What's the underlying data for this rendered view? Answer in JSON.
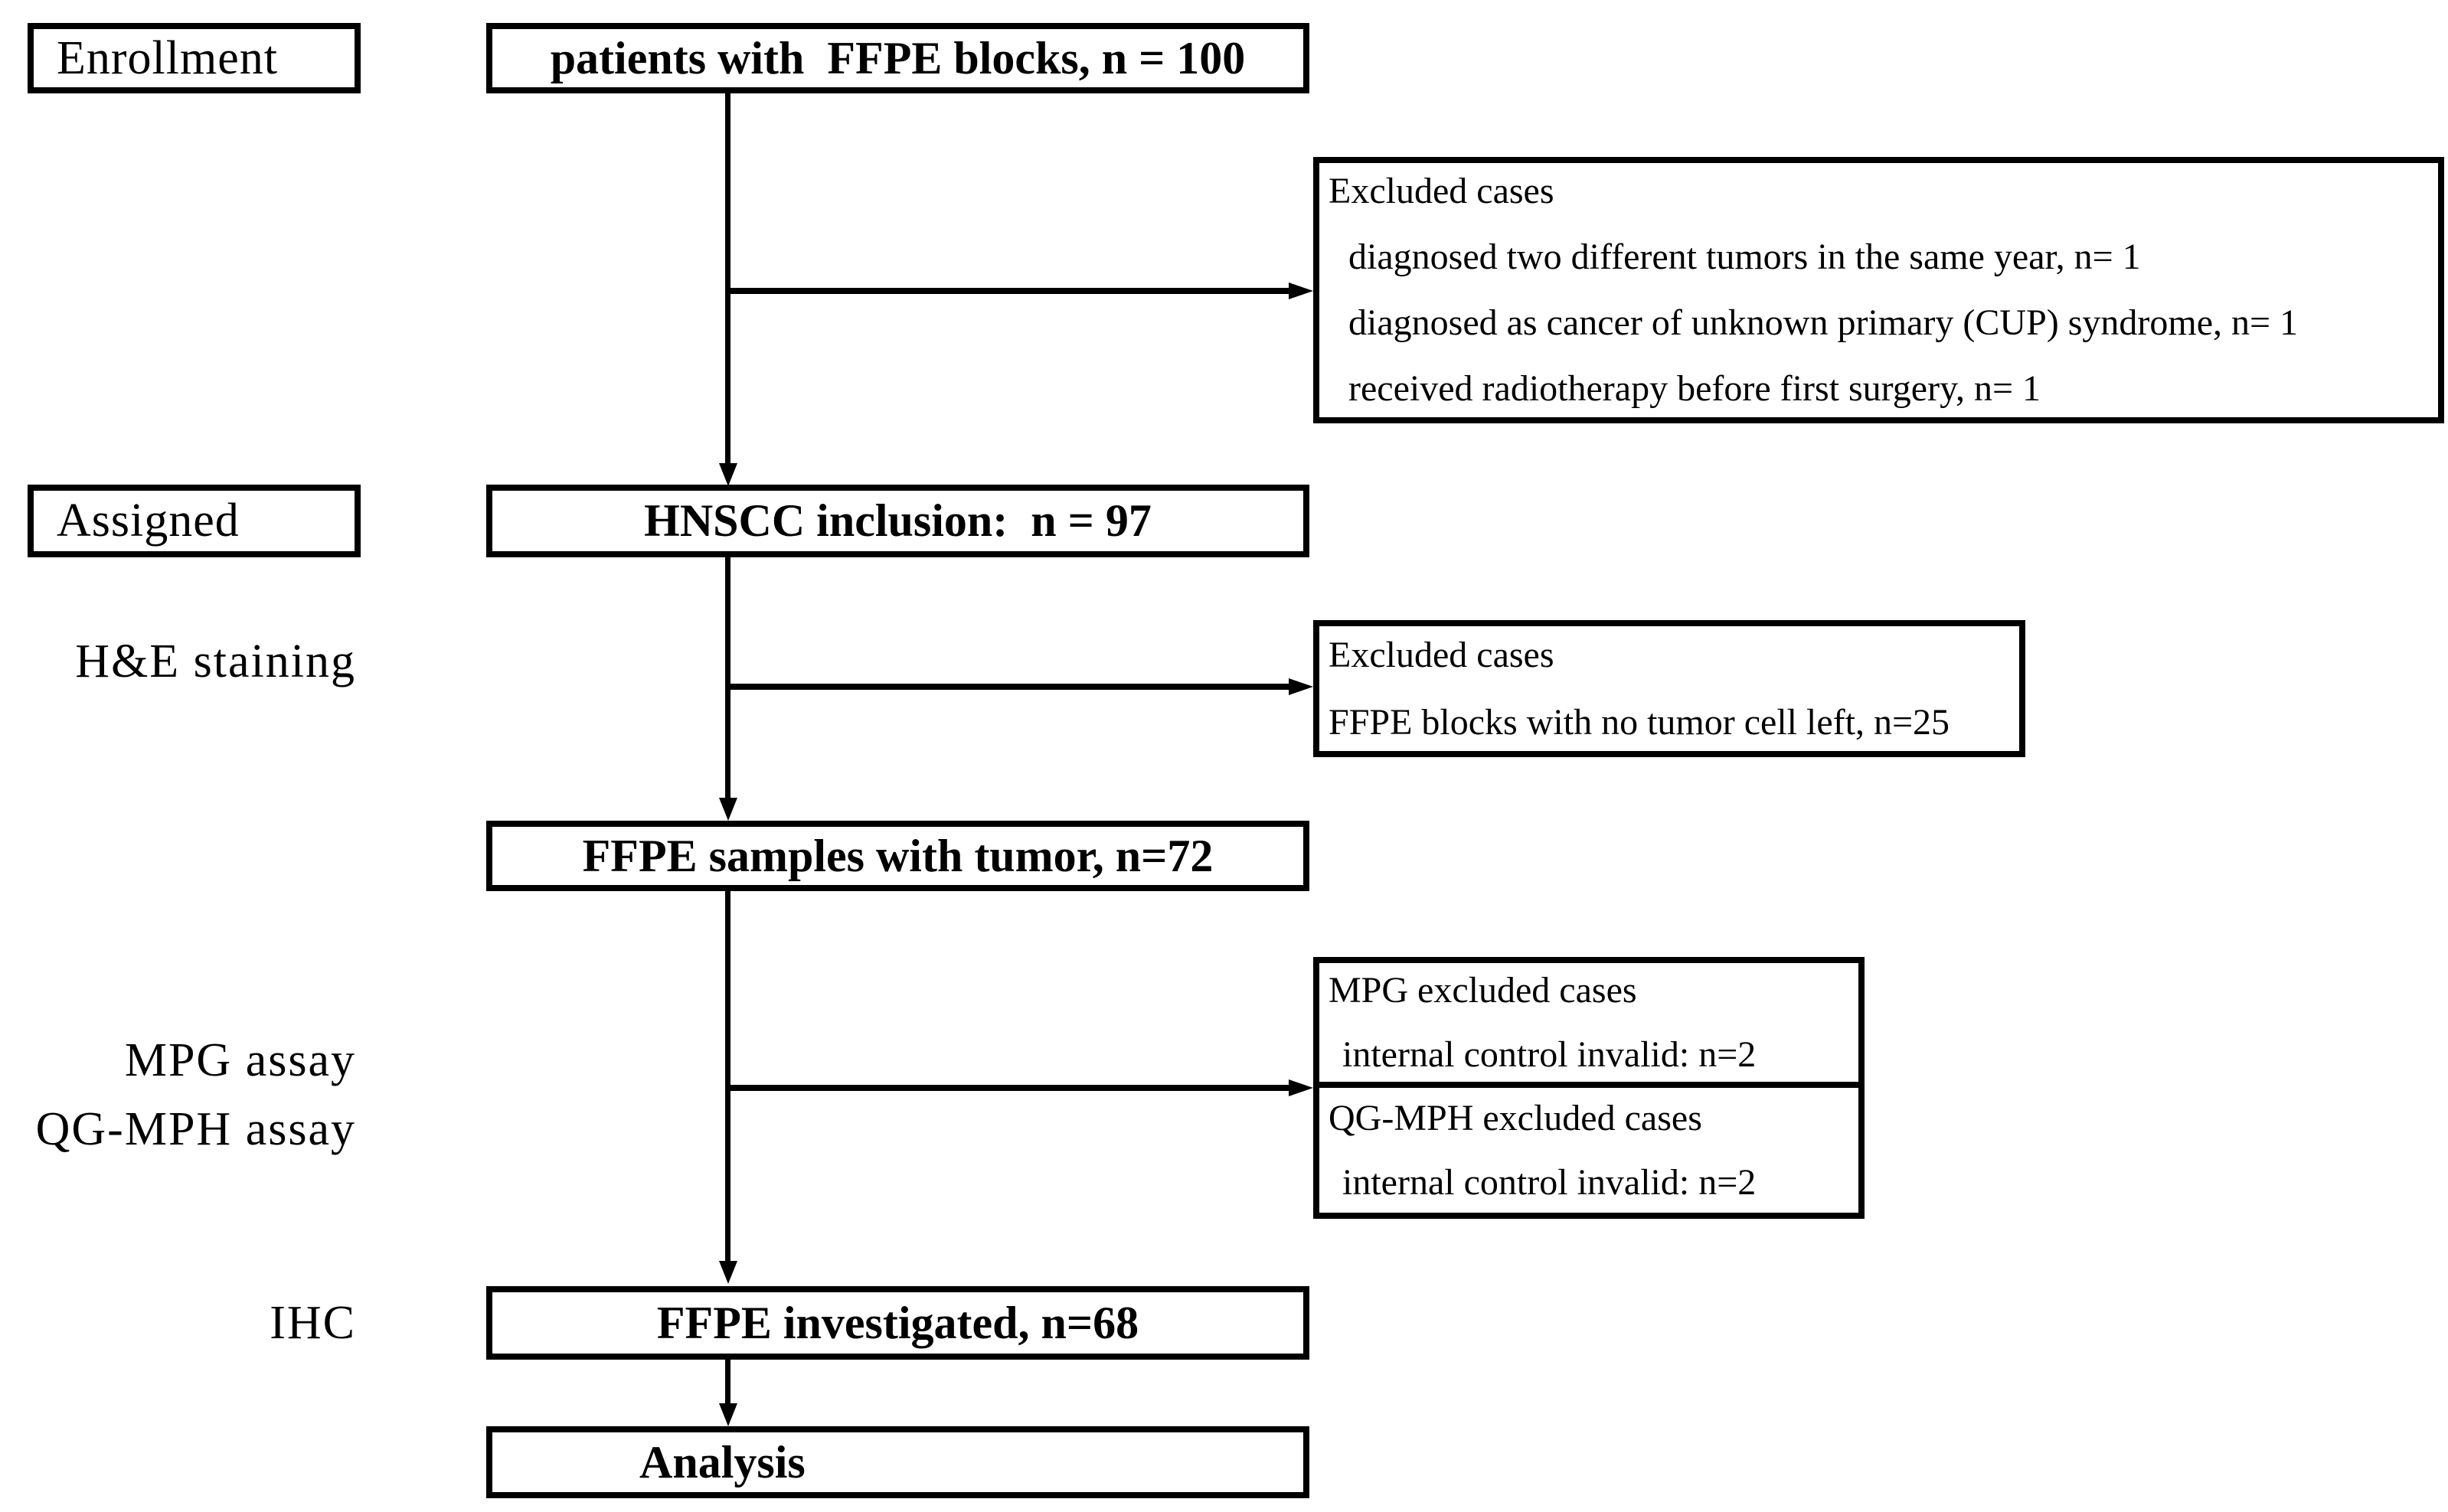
{
  "palette": {
    "background": "#ffffff",
    "ink": "#000000"
  },
  "stages": {
    "enrollment": "Enrollment",
    "assigned": "Assigned",
    "he_staining": "H&E staining",
    "mpg_assay": "MPG assay",
    "qg_mph_assay": "QG-MPH assay",
    "ihc": "IHC"
  },
  "main_flow": {
    "patients": "patients with  FFPE blocks, n = 100",
    "hnscc_inclusion": "HNSCC inclusion:  n = 97",
    "ffpe_samples": "FFPE samples with tumor, n=72",
    "ffpe_investigated": "FFPE investigated, n=68",
    "analysis": "Analysis"
  },
  "exclusions": {
    "initial": {
      "title": "Excluded cases",
      "items": [
        "diagnosed two different tumors in the same year, n= 1",
        "diagnosed as cancer of unknown primary (CUP) syndrome, n= 1",
        "received radiotherapy before first surgery, n= 1"
      ]
    },
    "he": {
      "title": "Excluded cases",
      "items": [
        "FFPE blocks with no tumor cell left, n=25"
      ]
    },
    "mpg": {
      "title": "MPG excluded cases",
      "items": [
        "internal control invalid: n=2"
      ]
    },
    "qg_mph": {
      "title": "QG-MPH excluded cases",
      "items": [
        "internal control invalid: n=2"
      ]
    }
  }
}
